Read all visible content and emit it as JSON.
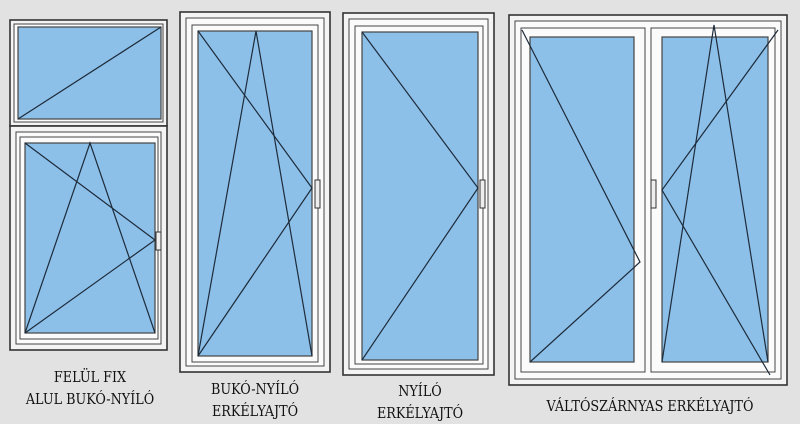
{
  "windows": [
    {
      "name": "felul-fix-alul-buko-nyilo",
      "label_line1": "FELÜL FIX",
      "label_line2": "ALUL BUKÓ-NYÍLÓ"
    },
    {
      "name": "buko-nyilo-erkelyajto",
      "label_line1": "BUKÓ-NYÍLÓ",
      "label_line2": "ERKÉLYAJTÓ"
    },
    {
      "name": "nyilo-erkelyajto",
      "label_line1": "NYÍLÓ",
      "label_line2": "ERKÉLYAJTÓ"
    },
    {
      "name": "valtoszarnyas-erkelyajto",
      "label_line1": "VÁLTÓSZÁRNYAS ERKÉLYAJTÓ"
    }
  ],
  "colors": {
    "glass": "#8dc0e9",
    "background": "#e2e2e2"
  }
}
